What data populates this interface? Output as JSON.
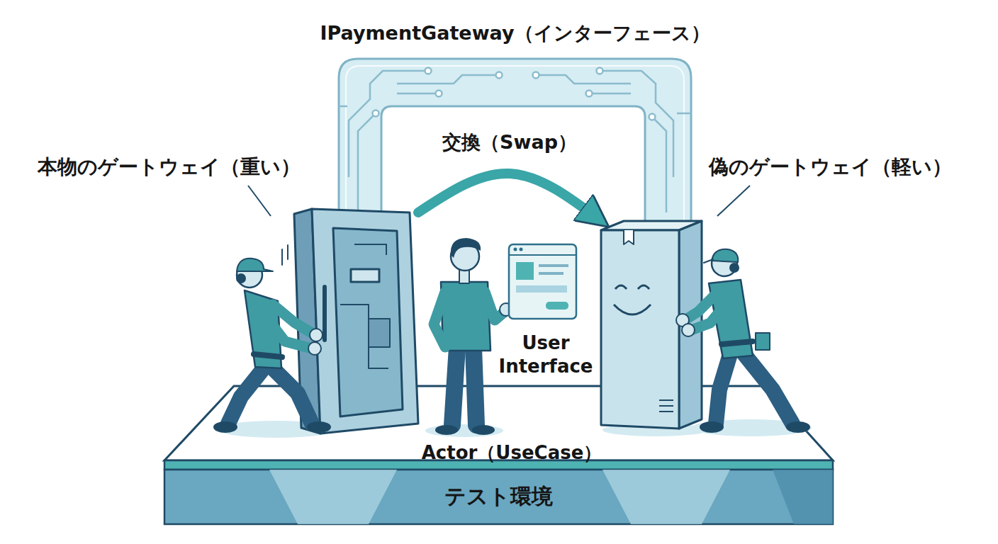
{
  "diagram": {
    "nodes": [
      {
        "text": [
          "IPaymentGateway（インターフェース）"
        ]
      },
      {
        "text": [
          "本物のゲートウェイ（重い）"
        ]
      },
      {
        "text": [
          "偽のゲートウェイ（軽い）"
        ]
      },
      {
        "text": [
          "テスト環境"
        ]
      }
    ],
    "edges": [
      {
        "from": 1,
        "to": 2,
        "arrow": "to",
        "label": "交換（Swap）"
      }
    ],
    "labels": [
      "User Interface",
      "Actor（UseCase）"
    ]
  }
}
